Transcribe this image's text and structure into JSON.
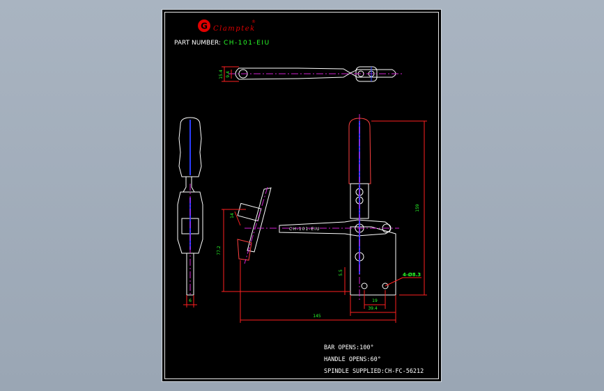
{
  "header": {
    "logo_letter": "G",
    "logo_word": "Clamptek",
    "logo_mark": "®",
    "part_number_label": "PART NUMBER:",
    "part_number_value": "CH-101-EIU"
  },
  "diagram": {
    "body_label": "CH-101-EIU",
    "dimensions": {
      "top_width": "15.4",
      "top_inner": "9.4",
      "height_total": "159",
      "bolt_height": "77.2",
      "base_offset": "5.5",
      "angle_small": "14",
      "hole_spacing": "19",
      "base_width": "39.4",
      "overall_length": "145",
      "hole_spec": "4-Ø8.3",
      "side_width": "6"
    }
  },
  "notes": {
    "bar_opens": "BAR OPENS:100°",
    "handle_opens": "HANDLE OPENS:60°",
    "spindle": "SPINDLE SUPPLIED:CH-FC-56212"
  },
  "colors": {
    "background": "#000000",
    "outline": "#ffffff",
    "dimension": "#ff2020",
    "dimension_text": "#2aff2a",
    "centerline": "#d020d0",
    "hatch": "#2a3cff",
    "brand_red": "#e00000"
  }
}
